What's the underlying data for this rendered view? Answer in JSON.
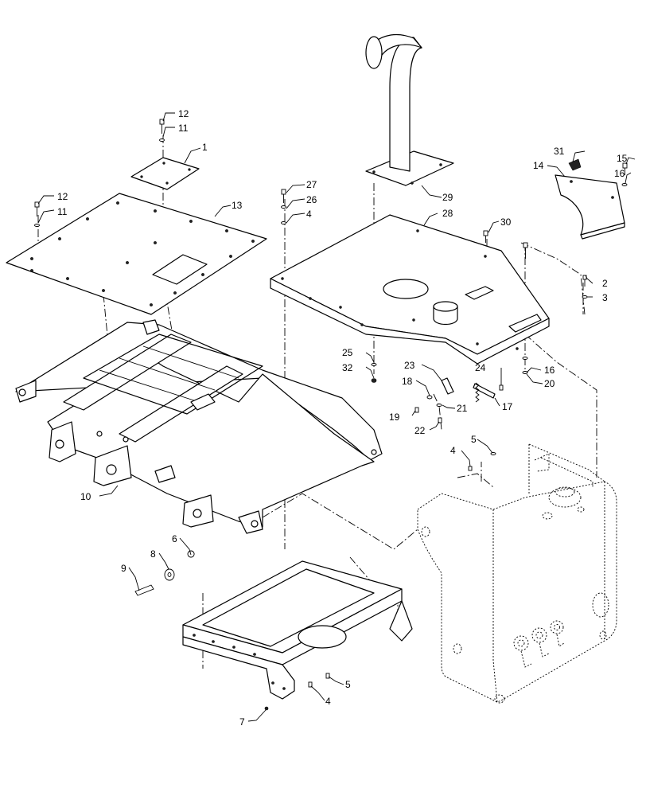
{
  "callouts": [
    {
      "id": "c1",
      "text": "1"
    },
    {
      "id": "c2",
      "text": "2"
    },
    {
      "id": "c3",
      "text": "3"
    },
    {
      "id": "c4a",
      "text": "4"
    },
    {
      "id": "c4b",
      "text": "4"
    },
    {
      "id": "c4c",
      "text": "4"
    },
    {
      "id": "c5a",
      "text": "5"
    },
    {
      "id": "c5b",
      "text": "5"
    },
    {
      "id": "c6",
      "text": "6"
    },
    {
      "id": "c7",
      "text": "7"
    },
    {
      "id": "c8",
      "text": "8"
    },
    {
      "id": "c9",
      "text": "9"
    },
    {
      "id": "c10",
      "text": "10"
    },
    {
      "id": "c11a",
      "text": "11"
    },
    {
      "id": "c11b",
      "text": "11"
    },
    {
      "id": "c12a",
      "text": "12"
    },
    {
      "id": "c12b",
      "text": "12"
    },
    {
      "id": "c13",
      "text": "13"
    },
    {
      "id": "c14",
      "text": "14"
    },
    {
      "id": "c15",
      "text": "15"
    },
    {
      "id": "c16a",
      "text": "16"
    },
    {
      "id": "c16b",
      "text": "16"
    },
    {
      "id": "c17",
      "text": "17"
    },
    {
      "id": "c18",
      "text": "18"
    },
    {
      "id": "c19",
      "text": "19"
    },
    {
      "id": "c20",
      "text": "20"
    },
    {
      "id": "c21",
      "text": "21"
    },
    {
      "id": "c22",
      "text": "22"
    },
    {
      "id": "c23",
      "text": "23"
    },
    {
      "id": "c24",
      "text": "24"
    },
    {
      "id": "c25",
      "text": "25"
    },
    {
      "id": "c26",
      "text": "26"
    },
    {
      "id": "c27",
      "text": "27"
    },
    {
      "id": "c28",
      "text": "28"
    },
    {
      "id": "c29",
      "text": "29"
    },
    {
      "id": "c30",
      "text": "30"
    },
    {
      "id": "c31",
      "text": "31"
    },
    {
      "id": "c32",
      "text": "32"
    }
  ]
}
